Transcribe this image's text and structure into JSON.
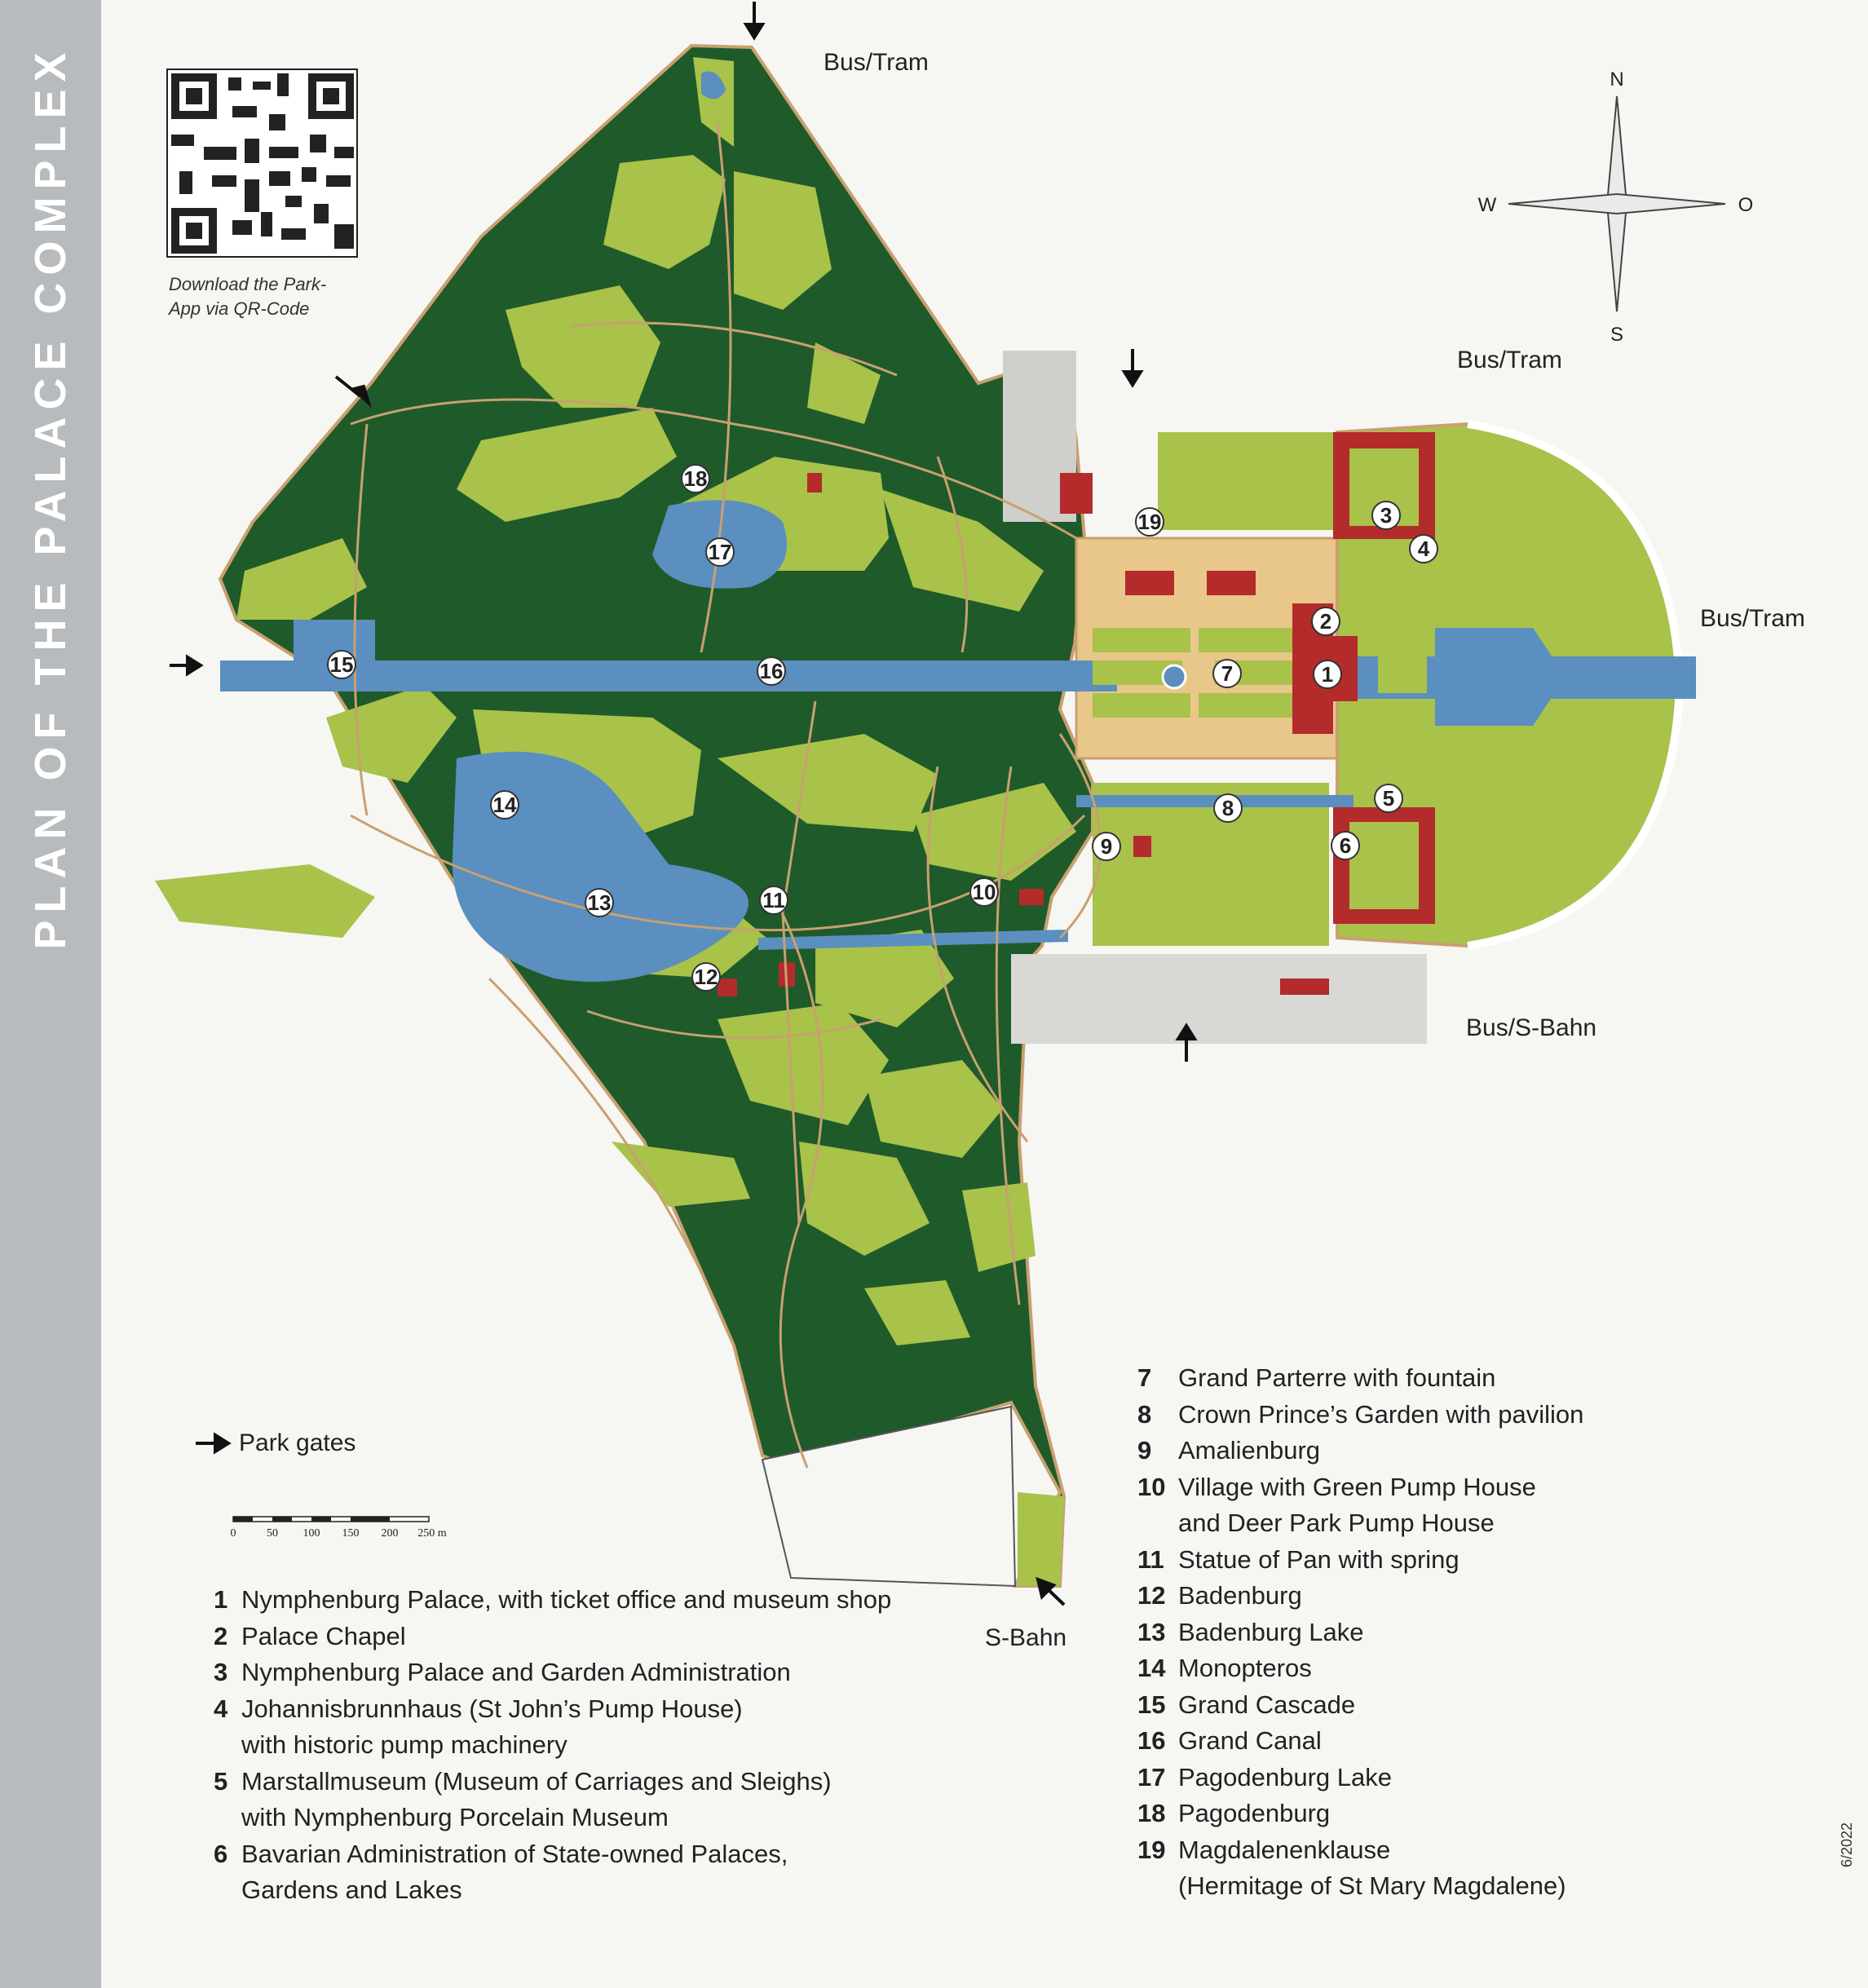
{
  "sidebar_title": "PLAN OF THE PALACE COMPLEX",
  "qr_caption": "Download the Park-App via QR-Code",
  "compass": {
    "n": "N",
    "s": "S",
    "w": "W",
    "o": "O"
  },
  "gate_labels": {
    "bus_tram_top": "Bus/Tram",
    "bus_tram_right_top": "Bus/Tram",
    "bus_tram_right": "Bus/Tram",
    "bus_sbahn": "Bus/S-Bahn",
    "sbahn": "S-Bahn"
  },
  "park_gates_label": "Park gates",
  "scale_bar": {
    "ticks": [
      "0",
      "50",
      "100",
      "150",
      "200",
      "250 m"
    ]
  },
  "legend": [
    {
      "num": "1",
      "lines": [
        "Nymphenburg Palace, with ticket office and museum shop"
      ]
    },
    {
      "num": "2",
      "lines": [
        "Palace Chapel"
      ]
    },
    {
      "num": "3",
      "lines": [
        "Nymphenburg Palace and Garden Administration"
      ]
    },
    {
      "num": "4",
      "lines": [
        "Johannisbrunnhaus (St John’s Pump House)",
        "with historic pump machinery"
      ]
    },
    {
      "num": "5",
      "lines": [
        "Marstallmuseum (Museum of Carriages and Sleighs)",
        "with Nymphenburg Porcelain Museum"
      ]
    },
    {
      "num": "6",
      "lines": [
        "Bavarian Administration of State-owned Palaces,",
        "Gardens and Lakes"
      ]
    },
    {
      "num": "7",
      "lines": [
        "Grand Parterre with fountain"
      ]
    },
    {
      "num": "8",
      "lines": [
        "Crown Prince’s Garden with pavilion"
      ]
    },
    {
      "num": "9",
      "lines": [
        "Amalienburg"
      ]
    },
    {
      "num": "10",
      "lines": [
        "Village with Green Pump House",
        "and Deer Park Pump House"
      ]
    },
    {
      "num": "11",
      "lines": [
        "Statue of Pan with spring"
      ]
    },
    {
      "num": "12",
      "lines": [
        "Badenburg"
      ]
    },
    {
      "num": "13",
      "lines": [
        "Badenburg Lake"
      ]
    },
    {
      "num": "14",
      "lines": [
        "Monopteros"
      ]
    },
    {
      "num": "15",
      "lines": [
        "Grand Cascade"
      ]
    },
    {
      "num": "16",
      "lines": [
        "Grand Canal"
      ]
    },
    {
      "num": "17",
      "lines": [
        "Pagodenburg Lake"
      ]
    },
    {
      "num": "18",
      "lines": [
        "Pagodenburg"
      ]
    },
    {
      "num": "19",
      "lines": [
        "Magdalenenklause",
        "(Hermitage of St Mary Magdalene)"
      ]
    }
  ],
  "edition": "6/2022",
  "colors": {
    "forest": "#1f5a2a",
    "meadow": "#a8c24a",
    "water": "#5a8fc0",
    "building": "#b32b2b",
    "path": "#c9a070",
    "sidebar": "#b7bbbd"
  }
}
